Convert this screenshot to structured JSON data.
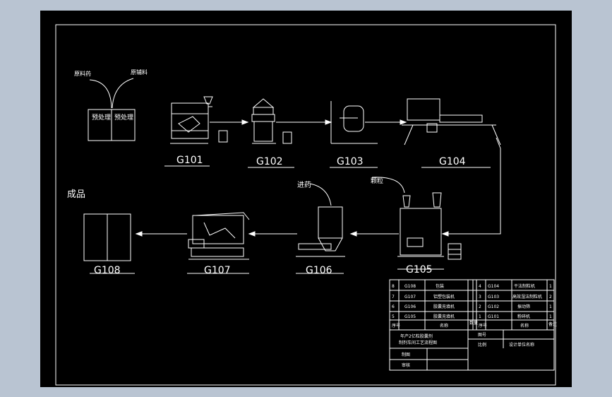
{
  "colors": {
    "background": "#b9c4d2",
    "sheet": "#000000",
    "line": "#ffffff"
  },
  "inputs": {
    "raw_drug": "原料药",
    "auxiliary": "原辅料",
    "pretreat_left": "预处理",
    "pretreat_right": "预处理"
  },
  "product_label": "成品",
  "feed_drug": "进药",
  "feed_granule": "颗粒",
  "equipment": [
    {
      "code": "G101"
    },
    {
      "code": "G102"
    },
    {
      "code": "G103"
    },
    {
      "code": "G104"
    },
    {
      "code": "G105"
    },
    {
      "code": "G106"
    },
    {
      "code": "G107"
    },
    {
      "code": "G108"
    }
  ],
  "title_block": {
    "rows": [
      {
        "left_no": "8",
        "left_code": "G108",
        "left_name": "包装",
        "left_qty": "",
        "right_no": "4",
        "right_code": "G104",
        "right_name": "干法制粒机",
        "right_qty": "1"
      },
      {
        "left_no": "7",
        "left_code": "G107",
        "left_name": "铝塑包装机",
        "left_qty": "",
        "right_no": "3",
        "right_code": "G103",
        "right_name": "高效湿法制粒机",
        "right_qty": "2"
      },
      {
        "left_no": "6",
        "left_code": "G106",
        "left_name": "胶囊充填机",
        "left_qty": "",
        "right_no": "2",
        "right_code": "G102",
        "right_name": "振动筛",
        "right_qty": "1"
      },
      {
        "left_no": "5",
        "left_code": "G105",
        "left_name": "胶囊充填机",
        "left_qty": "",
        "right_no": "1",
        "right_code": "G101",
        "right_name": "粉碎机",
        "right_qty": "1"
      }
    ],
    "header_left": [
      "序号",
      "名称"
    ],
    "header_right": [
      "序号",
      "名称"
    ],
    "header_qty": "数量",
    "header_remark": "备注",
    "title_line1": "年产2亿粒胶囊剂",
    "title_line2": "制剂车间工艺流程图",
    "drawing_no": "图号",
    "scale": "比例",
    "school": "设计单位名称",
    "designer": "制图",
    "checker": "审核"
  }
}
